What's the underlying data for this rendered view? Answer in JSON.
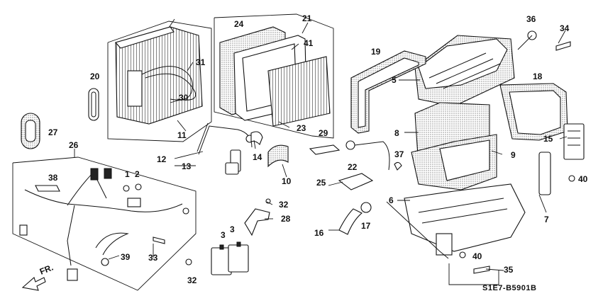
{
  "diagram": {
    "part_number_code": "S1E7-B5901B",
    "direction_label": "FR.",
    "callouts": {
      "c1": "1",
      "c2": "2",
      "c3a": "3",
      "c3b": "3",
      "c5": "5",
      "c6": "6",
      "c7": "7",
      "c8": "8",
      "c9": "9",
      "c10": "10",
      "c11": "11",
      "c12": "12",
      "c13": "13",
      "c14": "14",
      "c15": "15",
      "c16": "16",
      "c17": "17",
      "c18": "18",
      "c19": "19",
      "c20": "20",
      "c21": "21",
      "c22": "22",
      "c23": "23",
      "c24": "24",
      "c25": "25",
      "c26": "26",
      "c27": "27",
      "c28": "28",
      "c29": "29",
      "c30": "30",
      "c31": "31",
      "c32a": "32",
      "c32b": "32",
      "c33": "33",
      "c34": "34",
      "c35": "35",
      "c36": "36",
      "c37": "37",
      "c38": "38",
      "c39": "39",
      "c40a": "40",
      "c40b": "40",
      "c41": "41"
    }
  }
}
